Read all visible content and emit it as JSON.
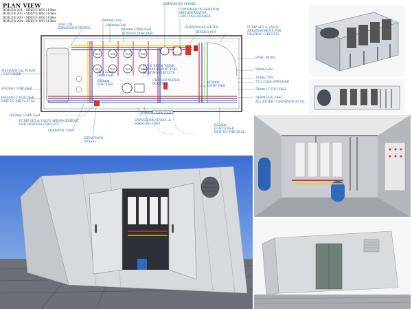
{
  "plan": {
    "title": "PLAN VIEW",
    "boilers": [
      "BOILER 201 - SIRIUS WH 110kw",
      "BOILER 202 - SIRIUS WH 110kw",
      "BOILER 203 - SIRIUS WH 110kw",
      "BOILER 204 - SIRIUS WH 110kw"
    ],
    "boiler_ids": [
      "201",
      "202",
      "203",
      "204"
    ],
    "labels": {
      "gas_top": "Ø60mm GAS",
      "lthw_top": "Ø42mm LTHW F&R",
      "gas_mid": "Ø60mm GAS",
      "expansion_3000": "3000 LTR\nEXPANSION VESSEL",
      "lthw_main": "Ø42mm LTHW F&R",
      "lthw_76": "Ø76mm LTHW F&R",
      "expansion_vessel_top": "EXPANSION VESSEL",
      "deaerator": "COMBINED DE-AERATOR\nDIRT SEPARATOR\nLOW LOSS HEADER",
      "gas_meter": "HIDDEN GAS METER",
      "dosing_pot": "DOSING POT",
      "pump_heating_right": "PUMP SET & VALVE\nARRANGEMENT FOR\nHEATING CIRCUITS",
      "hvac_panel": "HVAC PANEL",
      "gas_90": "90mm GAS",
      "cws_15": "15mm CWS",
      "hws_35": "35 x 22mm HWS F&R",
      "htg_54": "54mm LT HTG F&R",
      "htg_54b": "54MM HTG F&R",
      "exit_container": "ALL EXTER CONTAINER AT HL",
      "mech_container": "MECHANICAL PLANT\nCONTAINER",
      "lthw_42_left": "Ø42mm LTHW F&R",
      "htg_exit_left": "Ø42mm LT HTG F&R\nEXIT TO AHU's AT LL",
      "hws_35_left": "35 x 22mm\nHWS F&R",
      "htg_50_left": "Ø50mm\nHTG F&R",
      "pump_valve_mid": "PUMP SET & VALVE\nARRANGEMENT FOR\nHEATING CIRCUITS",
      "chilled_booster": "CHILLED WATER\nBOOSTER",
      "lthw_76_right": "Ø76mm\nLTHW F&R",
      "lthw_35_bottom": "Ø35mm LTHW F&R",
      "pump_heating_left": "PUMP SET & VALVE ARRANGEMENT\nFOR HEATING CIRCUITS",
      "microfil_left": "MIKROFIL UNIT",
      "expansion_bottom": "EXPANSION\nVESSEL",
      "lthw_28_bottom": "Ø28mm LTHW F&R",
      "exp_mikrofil": "EXPANSION VESSEL &\nMIKROFIL UNIT",
      "lt_htg_exit": "Ø32mm\nLT HTG F&R\nEXIT TO PHE AT LL"
    }
  },
  "photos": {
    "render_top": "3d-render-side",
    "render_bottom": "3d-render-front",
    "interior": "boiler-room-interior",
    "exterior_open": "container-open-doors",
    "exterior_closed": "container-closed"
  },
  "colors": {
    "gas": "#f0d000",
    "flow": "#d83030",
    "return": "#2050c8",
    "cws": "#20a8c8",
    "hws": "#c040c0",
    "label": "#1a5fa8"
  }
}
